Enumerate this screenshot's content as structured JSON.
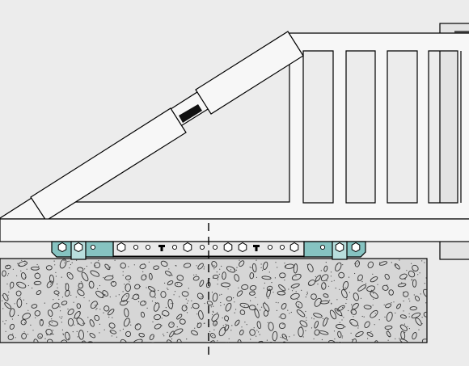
{
  "diagram": {
    "parts": [
      {
        "id": "gate-frame",
        "label": ""
      },
      {
        "id": "diagonal-brace",
        "label": ""
      },
      {
        "id": "vertical-bars",
        "label": ""
      },
      {
        "id": "bottom-rail",
        "label": ""
      },
      {
        "id": "rail-plate",
        "label": ""
      },
      {
        "id": "left-roller-bracket",
        "label": ""
      },
      {
        "id": "right-roller-bracket",
        "label": ""
      },
      {
        "id": "concrete-foundation",
        "label": ""
      },
      {
        "id": "centerline",
        "label": ""
      },
      {
        "id": "end-post",
        "label": ""
      }
    ],
    "colors": {
      "background": "#ececec",
      "gate": "#f7f7f7",
      "outline": "#000000",
      "bracket": "#86c3c1",
      "concrete": "#d6d6d6",
      "plate": "#e9e9e9"
    },
    "vertical_bar_count": 4,
    "icons": [
      "hex-bolt-icon",
      "screw-icon"
    ]
  }
}
